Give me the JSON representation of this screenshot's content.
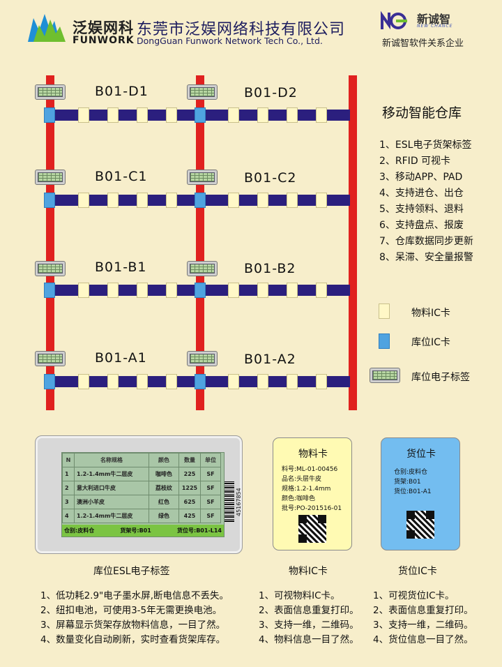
{
  "header": {
    "brand_cn": "泛娱网科",
    "brand_en": "FUNWORK",
    "company_cn": "东莞市泛娱网络科技有限公司",
    "company_en": "DongGuan Funwork Network Tech Co., Ltd.",
    "partner_cn": "新诚智",
    "partner_en": "NEW CHANCE",
    "partner_sub": "新诚智软件关系企业"
  },
  "shelves": {
    "labels": [
      "B01-D1",
      "B01-D2",
      "B01-C1",
      "B01-C2",
      "B01-B1",
      "B01-B2",
      "B01-A1",
      "B01-A2"
    ]
  },
  "features": {
    "title": "移动智能仓库",
    "items": [
      "1、ESL电子货架标签",
      "2、RFID 可视卡",
      "3、移动APP、PAD",
      "4、支持进仓、出仓",
      "5、支持领料、退料",
      "6、支持盘点、报废",
      "7、仓库数据同步更新",
      "8、呆滞、安全量报警"
    ]
  },
  "legend": {
    "material_card": "物料IC卡",
    "location_card": "库位IC卡",
    "esl_tag": "库位电子标签"
  },
  "esl_sample": {
    "headers": [
      "N",
      "名称规格",
      "颜色",
      "数量",
      "单位"
    ],
    "rows": [
      [
        "1",
        "1.2-1.4mm牛二层皮",
        "咖啡色",
        "225",
        "SF"
      ],
      [
        "2",
        "意大利进口牛皮",
        "荔枝纹",
        "1225",
        "SF"
      ],
      [
        "3",
        "澳洲小羊皮",
        "红色",
        "625",
        "SF"
      ],
      [
        "4",
        "1.2-1.4mm牛二层皮",
        "绿色",
        "425",
        "SF"
      ]
    ],
    "footer_warehouse": "仓别:皮料仓",
    "footer_shelf": "货架号:B01",
    "footer_location": "货位号:B01-L14",
    "barcode_number": "45167854"
  },
  "material_card": {
    "title": "物料卡",
    "lines": [
      "料号:ML-01-00456",
      "品名:头层牛皮",
      "规格:1.2-1.4mm",
      "颜色:咖啡色",
      "批号:PO-201516-01"
    ]
  },
  "location_card": {
    "title": "货位卡",
    "lines": [
      "仓别:皮料仓",
      "货架:B01",
      "货位:B01-A1"
    ]
  },
  "captions": {
    "esl": "库位ESL电子标签",
    "material": "物料IC卡",
    "location": "货位IC卡"
  },
  "notes": {
    "esl": [
      "1、低功耗2.9\"电子墨水屏,断电信息不丢失。",
      "2、纽扣电池，可使用3-5年无需更换电池。",
      "3、屏幕显示货架存放物料信息，一目了然。",
      "4、数量变化自动刷新，实时查看货架库存。"
    ],
    "material": [
      "1、可视物料IC卡。",
      "2、表面信息重复打印。",
      "3、支持一维，二维码。",
      "4、物料信息一目了然。"
    ],
    "location": [
      "1、可视货位IC卡。",
      "2、表面信息重复打印。",
      "3、支持一维，二维码。",
      "4、货位信息一目了然。"
    ]
  },
  "colors": {
    "background": "#f7eecb",
    "post": "#e0211f",
    "rail": "#2b1f7e",
    "material_ic": "#fff8c7",
    "location_ic": "#4fa3e0",
    "esl_screen": "#a9c6a7",
    "esl_footer": "#7bc443"
  }
}
